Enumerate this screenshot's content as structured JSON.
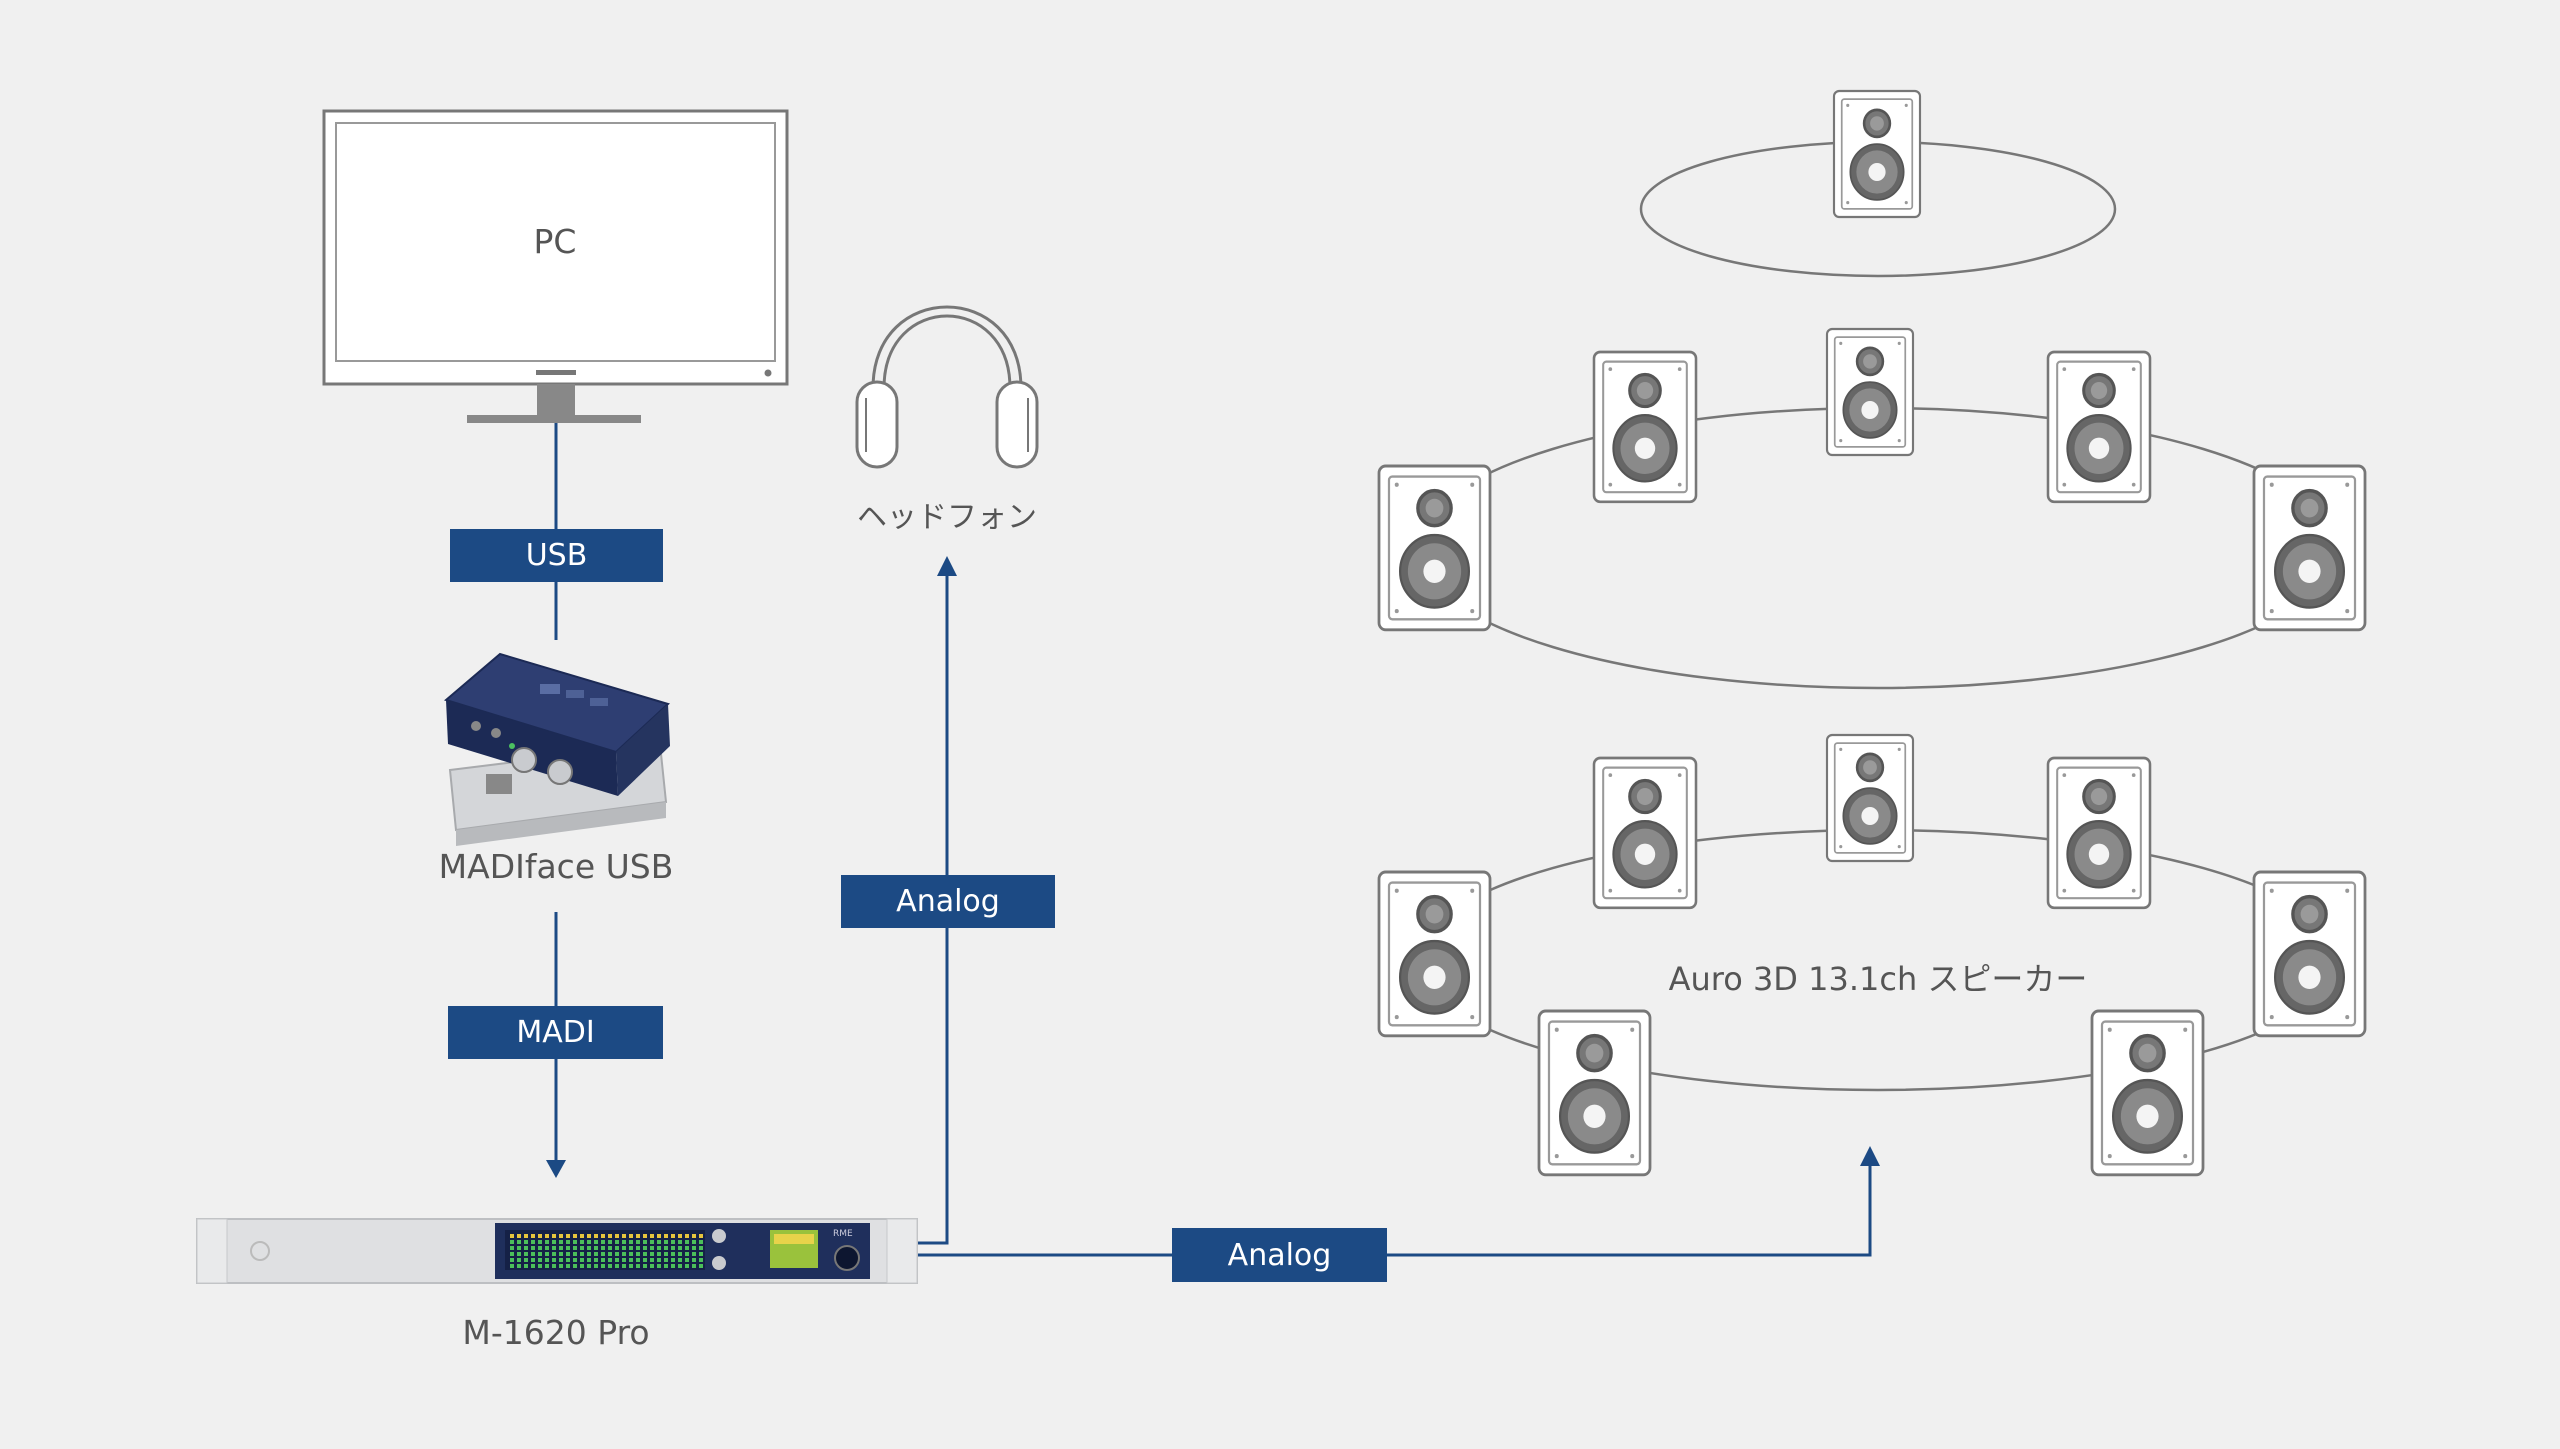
{
  "pc_label": "PC",
  "usb_label": "USB",
  "madiface_label": "MADIface USB",
  "madi_label": "MADI",
  "m1620_label": "M-1620 Pro",
  "headphone_label": "ヘッドフォン",
  "analog_headphone_label": "Analog",
  "analog_speaker_label": "Analog",
  "speaker_array_label": "Auro 3D 13.1ch スピーカー",
  "colors": {
    "cable": "#1c4a84",
    "background": "#f0f0f0"
  }
}
